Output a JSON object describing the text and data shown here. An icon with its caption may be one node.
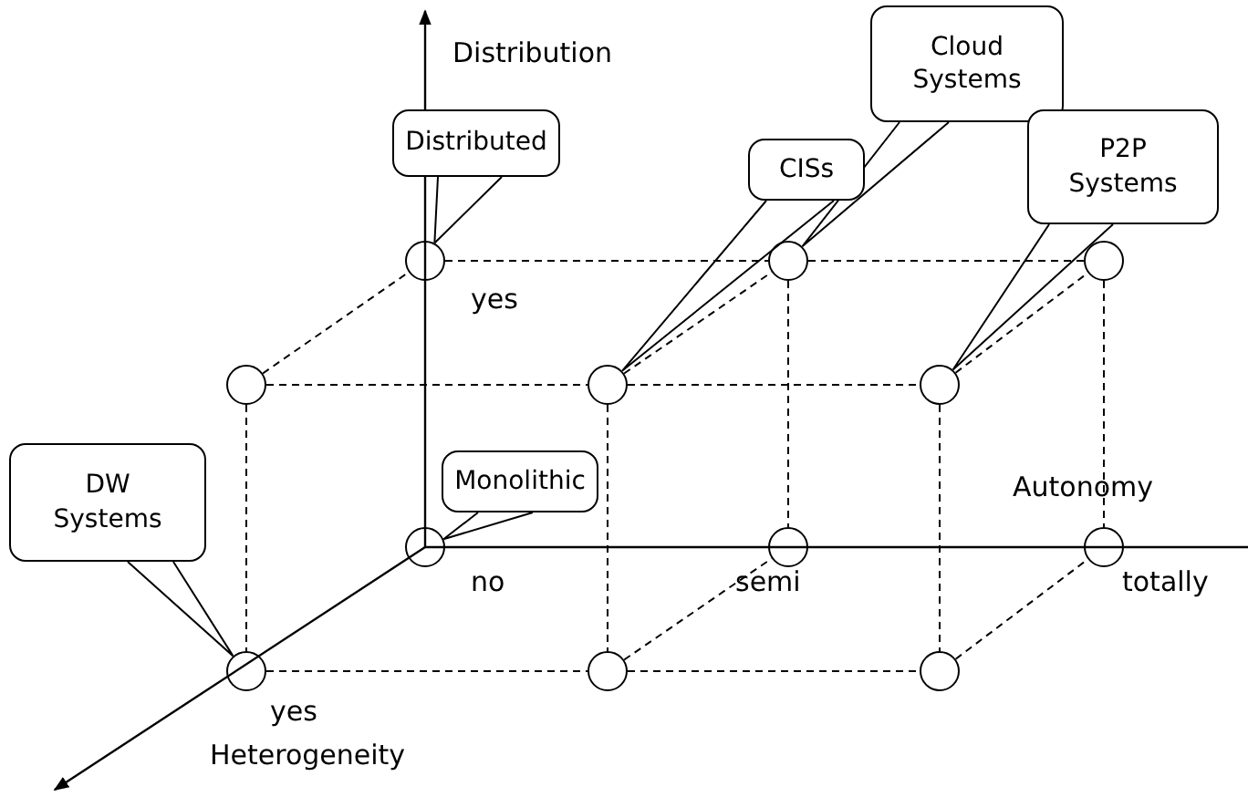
{
  "diagram": {
    "nodes": [
      {
        "text": [
          "Distributed"
        ]
      },
      {
        "text": [
          "Cloud Systems"
        ]
      },
      {
        "text": [
          "CISs"
        ]
      },
      {
        "text": [
          "P2P Systems"
        ]
      },
      {
        "text": [
          "Monolithic"
        ]
      },
      {
        "text": [
          "DW Systems"
        ]
      },
      {
        "text": [],
        "shape": "circle"
      },
      {
        "text": [],
        "shape": "circle"
      },
      {
        "text": [],
        "shape": "circle"
      },
      {
        "text": [],
        "shape": "circle"
      },
      {
        "text": [],
        "shape": "circle"
      },
      {
        "text": [],
        "shape": "circle"
      },
      {
        "text": [],
        "shape": "circle"
      },
      {
        "text": [],
        "shape": "circle"
      },
      {
        "text": [],
        "shape": "circle"
      },
      {
        "text": [],
        "shape": "circle"
      },
      {
        "text": [],
        "shape": "circle"
      },
      {
        "text": [],
        "shape": "circle"
      }
    ],
    "edges": [
      {
        "from": 0,
        "to": 6,
        "arrow": "none"
      },
      {
        "from": 1,
        "to": 7,
        "arrow": "none"
      },
      {
        "from": 2,
        "to": 10,
        "arrow": "none"
      },
      {
        "from": 3,
        "to": 11,
        "arrow": "none"
      },
      {
        "from": 4,
        "to": 12,
        "arrow": "none"
      },
      {
        "from": 5,
        "to": 15,
        "arrow": "none"
      },
      {
        "from": 6,
        "to": 7,
        "arrow": "none",
        "style": "dashed"
      },
      {
        "from": 7,
        "to": 8,
        "arrow": "none",
        "style": "dashed"
      },
      {
        "from": 9,
        "to": 10,
        "arrow": "none",
        "style": "dashed"
      },
      {
        "from": 10,
        "to": 11,
        "arrow": "none",
        "style": "dashed"
      },
      {
        "from": 9,
        "to": 6,
        "arrow": "none",
        "style": "dashed"
      },
      {
        "from": 10,
        "to": 7,
        "arrow": "none",
        "style": "dashed"
      },
      {
        "from": 11,
        "to": 8,
        "arrow": "none",
        "style": "dashed"
      },
      {
        "from": 9,
        "to": 15,
        "arrow": "none",
        "style": "dashed"
      },
      {
        "from": 10,
        "to": 16,
        "arrow": "none",
        "style": "dashed"
      },
      {
        "from": 11,
        "to": 17,
        "arrow": "none",
        "style": "dashed"
      },
      {
        "from": 7,
        "to": 13,
        "arrow": "none",
        "style": "dashed"
      },
      {
        "from": 8,
        "to": 14,
        "arrow": "none",
        "style": "dashed"
      },
      {
        "from": 15,
        "to": 16,
        "arrow": "none",
        "style": "dashed"
      },
      {
        "from": 16,
        "to": 17,
        "arrow": "none",
        "style": "dashed"
      },
      {
        "from": 16,
        "to": 13,
        "arrow": "none",
        "style": "dashed"
      },
      {
        "from": 17,
        "to": 14,
        "arrow": "none",
        "style": "dashed"
      }
    ],
    "labels": [
      "Distribution",
      "yes",
      "Autonomy",
      "no",
      "semi",
      "totally",
      "yes",
      "Heterogeneity"
    ]
  }
}
